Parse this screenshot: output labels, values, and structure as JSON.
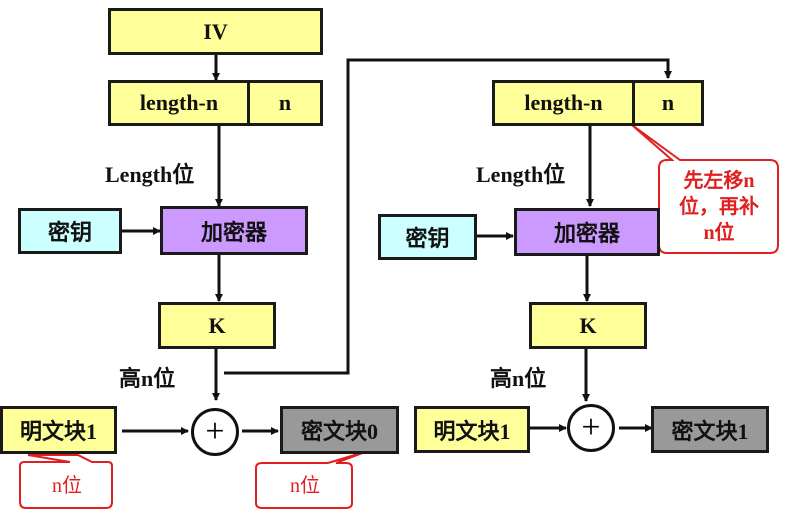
{
  "left": {
    "iv": "IV",
    "register_high": "length-n",
    "register_low": "n",
    "length_label": "Length位",
    "key": "密钥",
    "encryptor": "加密器",
    "k": "K",
    "high_bits_label": "高n位",
    "plaintext": "明文块1",
    "xor_symbol": "+",
    "ciphertext": "密文块0",
    "plaintext_callout": "n位",
    "ciphertext_callout": "n位"
  },
  "right": {
    "register_high": "length-n",
    "register_low": "n",
    "length_label": "Length位",
    "key": "密钥",
    "encryptor": "加密器",
    "k": "K",
    "high_bits_label": "高n位",
    "plaintext": "明文块1",
    "xor_symbol": "+",
    "ciphertext": "密文块1",
    "shift_callout": [
      "先左移n",
      "位，再补",
      "n位"
    ]
  },
  "colors": {
    "data_block": "#ffff99",
    "key_block": "#ccffff",
    "encryptor_block": "#cc99ff",
    "cipher_block": "#999999",
    "callout": "#e02020"
  }
}
